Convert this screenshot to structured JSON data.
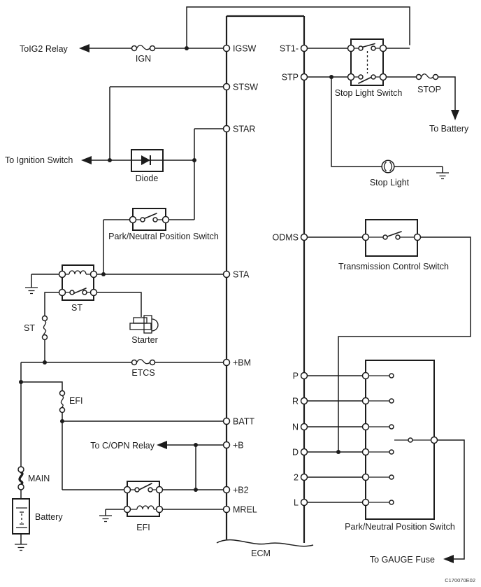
{
  "figure": {
    "code": "C170070E02"
  },
  "colors": {
    "line": "#1c1c1c",
    "background": "#ffffff"
  },
  "ecm": {
    "label": "ECM",
    "left_pins": [
      "IGSW",
      "STSW",
      "STAR",
      "STA",
      "+BM",
      "BATT",
      "+B",
      "+B2",
      "MREL"
    ],
    "right_pins": [
      "ST1-",
      "STP",
      "ODMS",
      "P",
      "R",
      "N",
      "D",
      "2",
      "L"
    ]
  },
  "components": {
    "ign_fuse": "IGN",
    "stop_light_switch": "Stop Light Switch",
    "stop_fuse": "STOP",
    "stop_light": "Stop Light",
    "diode": "Diode",
    "park_neutral_switch_upper": "Park/Neutral Position Switch",
    "st_relay": "ST",
    "st_fuse": "ST",
    "starter": "Starter",
    "etcs_fuse": "ETCS",
    "efi_fuse": "EFI",
    "main_fusible_link": "MAIN",
    "battery": "Battery",
    "efi_relay": "EFI",
    "transmission_control_switch": "Transmission Control Switch",
    "park_neutral_switch_lower": "Park/Neutral Position Switch"
  },
  "destinations": {
    "to_ig2_relay": "ToIG2 Relay",
    "to_ignition_switch": "To Ignition Switch",
    "to_battery": "To Battery",
    "to_copn_relay": "To C/OPN Relay",
    "to_gauge_fuse": "To GAUGE Fuse"
  }
}
